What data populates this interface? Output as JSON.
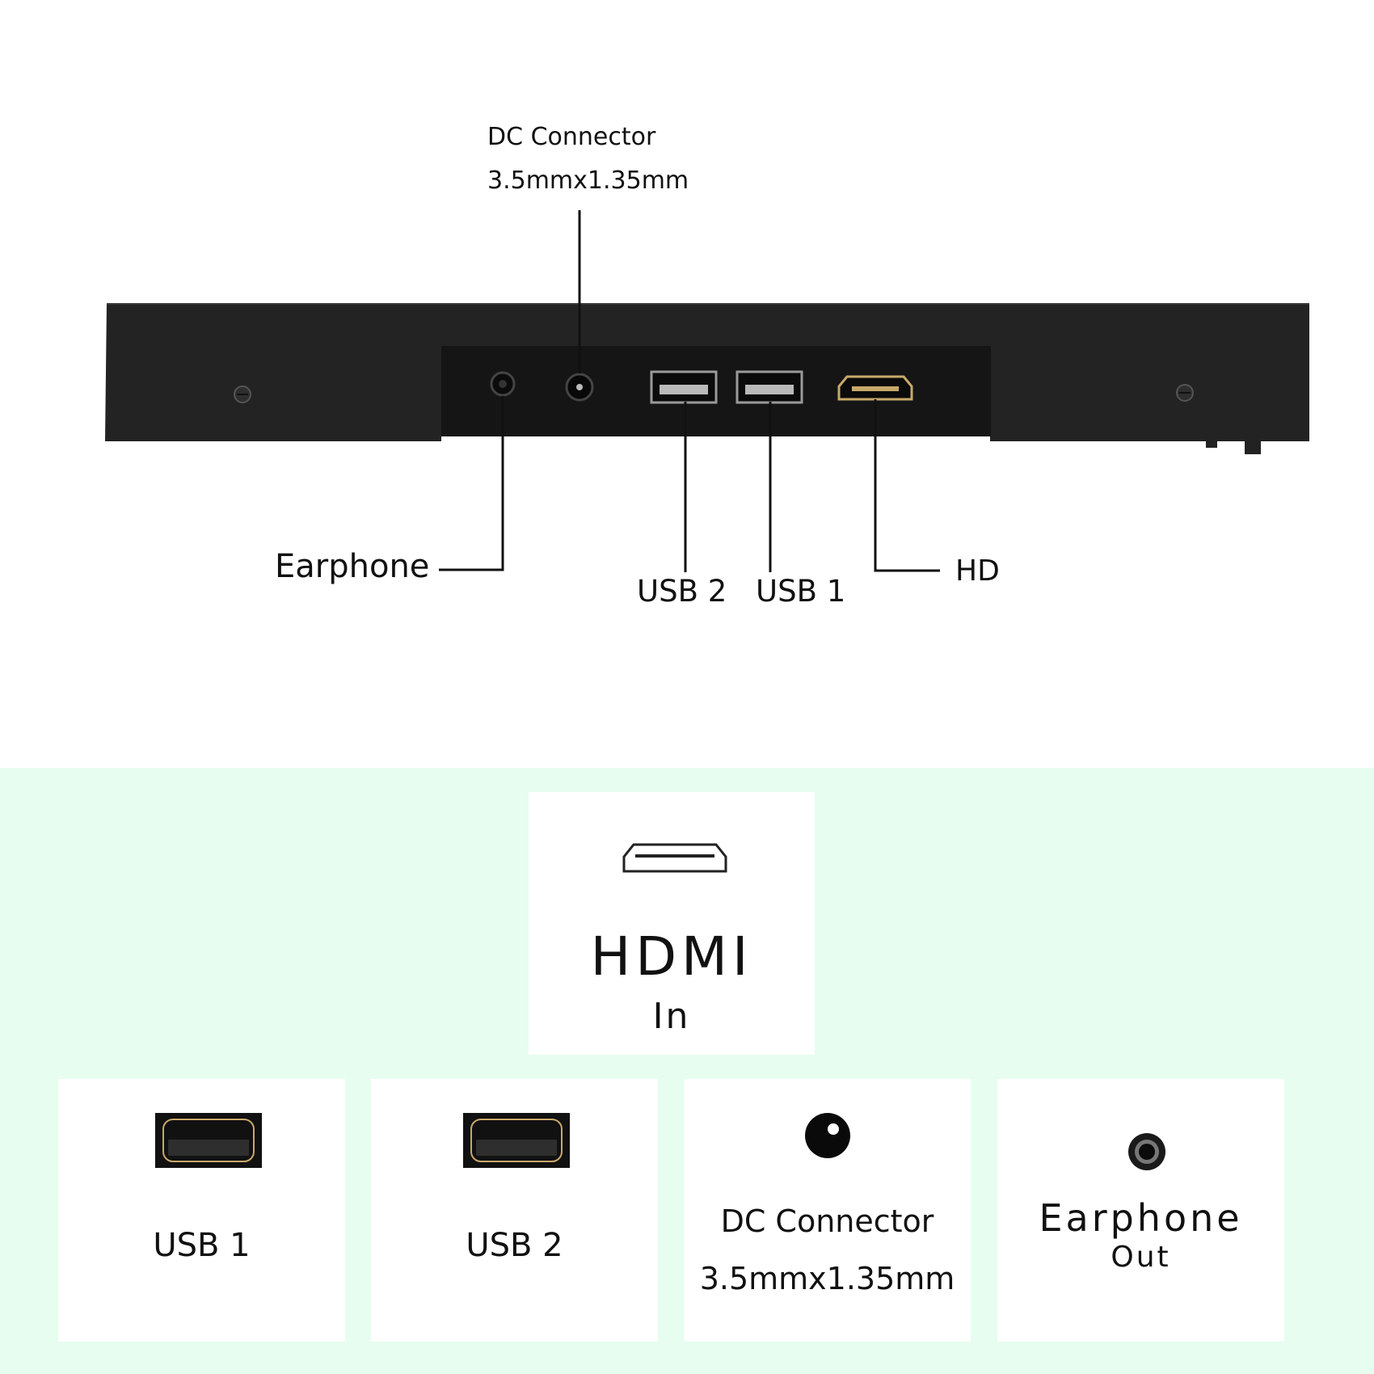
{
  "diagram": {
    "callouts": {
      "dc_connector_line1": "DC Connector",
      "dc_connector_line2": "3.5mmx1.35mm",
      "earphone": "Earphone",
      "usb2": "USB 2",
      "usb1": "USB 1",
      "hd": "HD"
    },
    "cards": {
      "hdmi": {
        "title": "HDMI",
        "subtitle": "In"
      },
      "usb1": {
        "label": "USB 1"
      },
      "usb2": {
        "label": "USB 2"
      },
      "dc": {
        "line1": "DC Connector",
        "line2": "3.5mmx1.35mm"
      },
      "earphone": {
        "title": "Earphone",
        "subtitle": "Out"
      }
    },
    "colors": {
      "panel_bg": "#e6fdf0",
      "device_body": "#222222",
      "port_gold": "#c8a96a"
    }
  }
}
